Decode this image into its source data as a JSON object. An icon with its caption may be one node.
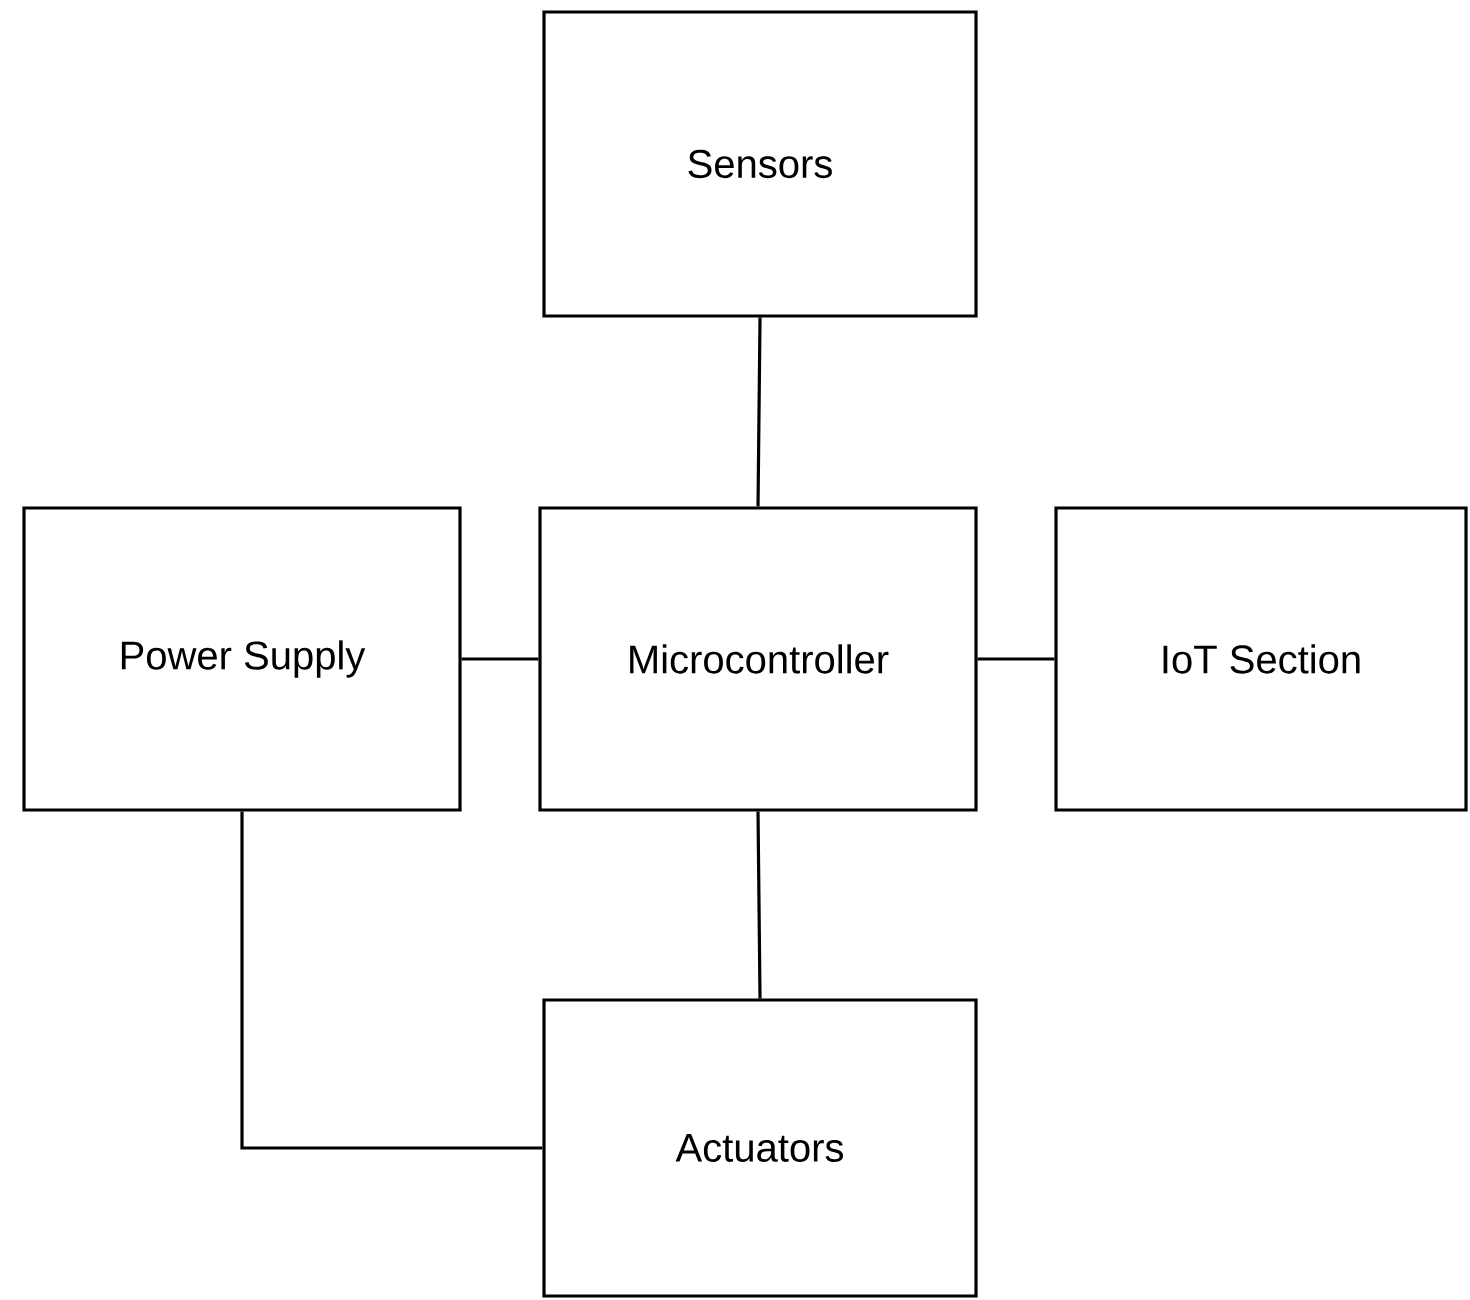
{
  "diagram": {
    "nodes": [
      {
        "text": [
          "Sensors"
        ]
      },
      {
        "text": [
          "Power Supply"
        ]
      },
      {
        "text": [
          "Microcontroller"
        ]
      },
      {
        "text": [
          "IoT Section"
        ]
      },
      {
        "text": [
          "Actuators"
        ]
      }
    ],
    "edges": [
      {
        "from": 0,
        "to": 2,
        "arrow": "none"
      },
      {
        "from": 1,
        "to": 2,
        "arrow": "none"
      },
      {
        "from": 2,
        "to": 3,
        "arrow": "none"
      },
      {
        "from": 2,
        "to": 4,
        "arrow": "none"
      },
      {
        "from": 1,
        "to": 4,
        "arrow": "none"
      }
    ]
  }
}
